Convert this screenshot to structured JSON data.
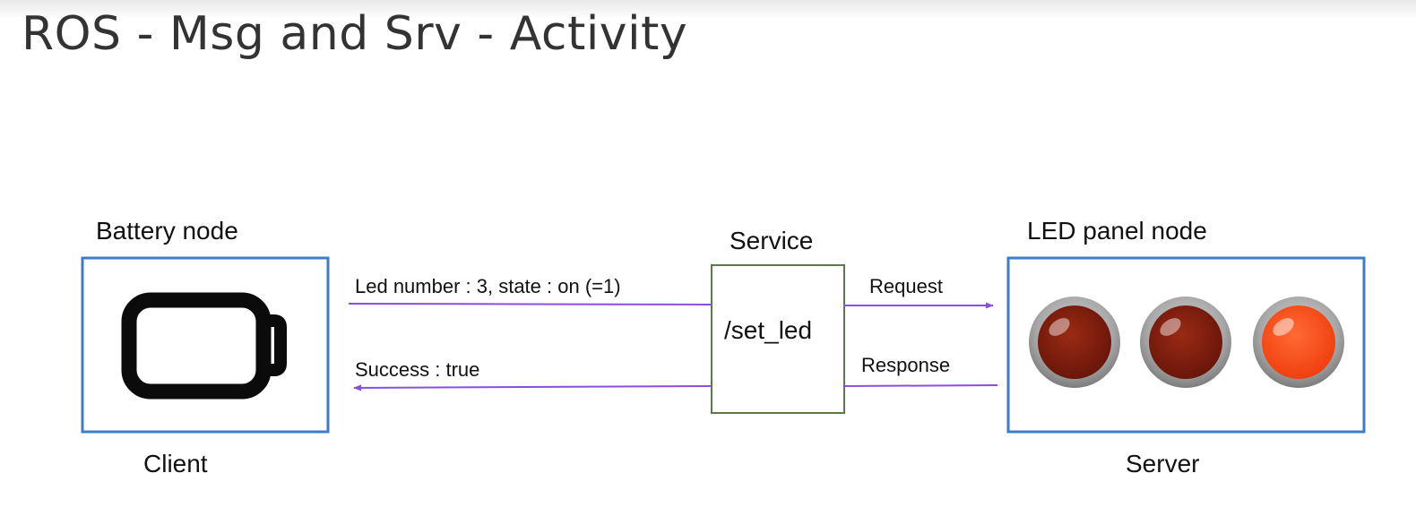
{
  "title": "ROS - Msg and Srv - Activity",
  "client": {
    "node_name": "Battery node",
    "role": "Client"
  },
  "service": {
    "header": "Service",
    "name": "/set_led"
  },
  "server": {
    "node_name": "LED panel node",
    "role": "Server",
    "leds": [
      {
        "state": "off",
        "color": "#7d1d0d"
      },
      {
        "state": "off",
        "color": "#7d1d0d"
      },
      {
        "state": "on",
        "color": "#ff4a17"
      }
    ]
  },
  "messages": {
    "request_payload": "Led number : 3, state : on (=1)",
    "request": "Request",
    "response_payload": "Success : true",
    "response": "Response"
  },
  "colors": {
    "node_border": "#3d7cc9",
    "service_border": "#5a7a4a",
    "arrow": "#8a4fe0"
  },
  "icons": {
    "client": "battery-icon"
  }
}
